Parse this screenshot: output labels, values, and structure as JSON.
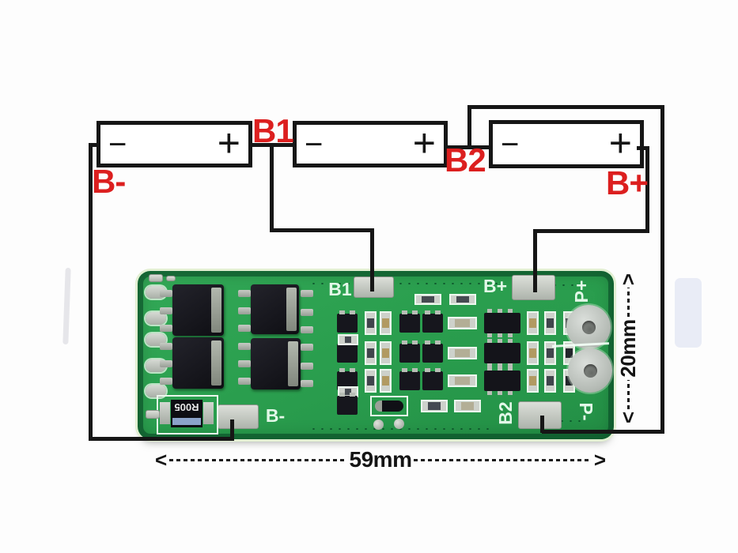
{
  "wiring": {
    "cells": [
      {
        "minus": "−",
        "plus": "+"
      },
      {
        "minus": "−",
        "plus": "+"
      },
      {
        "minus": "−",
        "plus": "+"
      }
    ],
    "labels": {
      "b_minus": "B-",
      "b1": "B1",
      "b2": "B2",
      "b_plus": "B+"
    }
  },
  "pcb": {
    "silkscreen": {
      "b1": "B1",
      "b_plus": "B+",
      "b_minus": "B-",
      "b2": "B2",
      "p_plus": "P+",
      "p_minus": "P-"
    },
    "shunt_label": "R005"
  },
  "dimensions": {
    "width": {
      "left_arrow": "<",
      "label": "59mm",
      "right_arrow": ">"
    },
    "height": {
      "left_arrow": "<",
      "label": "20mm",
      "right_arrow": ">"
    }
  },
  "colors": {
    "pcb_green": "#2a9e4e",
    "pcb_border": "#0c5a2e",
    "label_red": "#dc1f1f",
    "wire_black": "#161616",
    "pad_gray": "#c2c6c2",
    "silkscreen_white": "#e2f8e8"
  }
}
